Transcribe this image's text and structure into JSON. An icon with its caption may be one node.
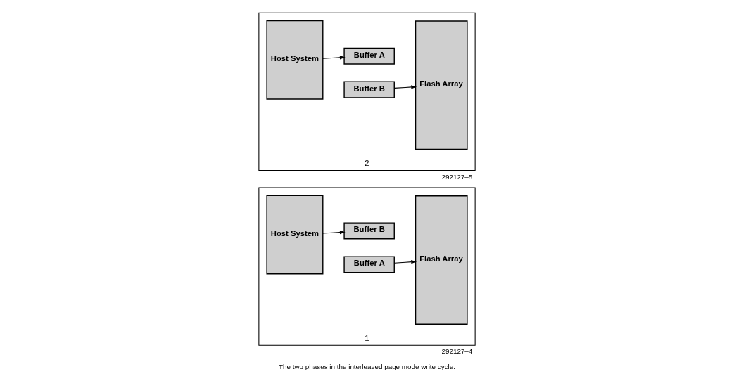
{
  "diagram": {
    "caption": "The two phases in the interleaved page mode write cycle.",
    "nodes": [
      {
        "text": [
          "1"
        ],
        "beside": [
          "292127–4"
        ]
      },
      {
        "text": [
          "Host System"
        ],
        "in": 0
      },
      {
        "text": [
          "Buffer A"
        ],
        "in": 0
      },
      {
        "text": [
          "Buffer B"
        ],
        "in": 0
      },
      {
        "text": [
          "Flash Array"
        ],
        "in": 0
      },
      {
        "text": [
          "2"
        ],
        "beside": [
          "292127–5"
        ]
      },
      {
        "text": [
          "Host System"
        ],
        "in": 5
      },
      {
        "text": [
          "Buffer A"
        ],
        "in": 5
      },
      {
        "text": [
          "Buffer B"
        ],
        "in": 5
      },
      {
        "text": [
          "Flash Array"
        ],
        "in": 5
      }
    ],
    "edges": [
      {
        "from": 1,
        "to": 3,
        "arrow": "to"
      },
      {
        "from": 2,
        "to": 4,
        "arrow": "to"
      },
      {
        "from": 6,
        "to": 7,
        "arrow": "to"
      },
      {
        "from": 8,
        "to": 9,
        "arrow": "to"
      }
    ]
  }
}
